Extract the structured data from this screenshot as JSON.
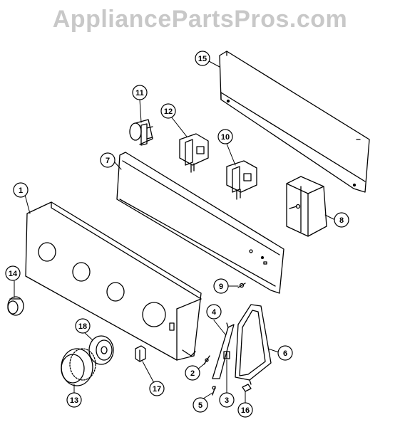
{
  "watermark": "AppliancePartsPros.com",
  "callouts": [
    "1",
    "2",
    "3",
    "4",
    "5",
    "6",
    "7",
    "8",
    "9",
    "10",
    "11",
    "12",
    "13",
    "14",
    "15",
    "16",
    "17",
    "18"
  ]
}
